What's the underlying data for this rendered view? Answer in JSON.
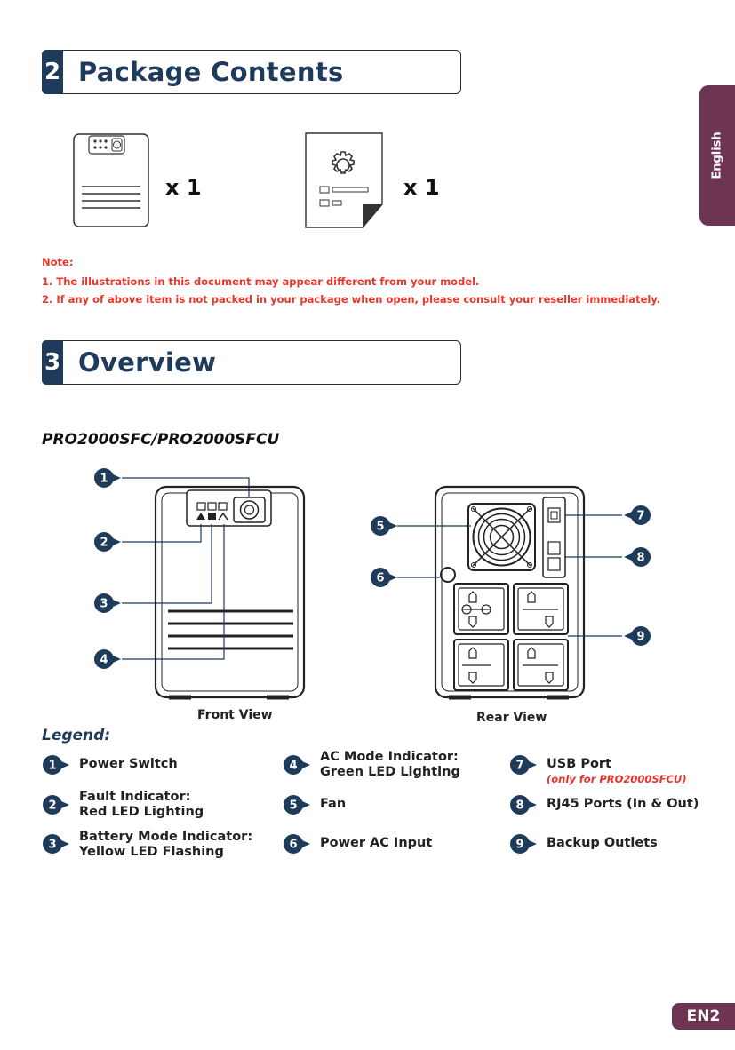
{
  "side_tab": "English",
  "package_section": {
    "number": "2",
    "title": "Package Contents"
  },
  "package_items": [
    {
      "icon": "ups-device-icon",
      "quantity": "x 1"
    },
    {
      "icon": "manual-document-icon",
      "quantity": "x 1"
    }
  ],
  "note": {
    "heading": "Note:",
    "lines": [
      "1.  The illustrations in this document may appear different from your model.",
      "2.  If any of above item is not packed in your package when open, please consult your reseller immediately."
    ]
  },
  "overview_section": {
    "number": "3",
    "title": "Overview"
  },
  "model": "PRO2000SFC/PRO2000SFCU",
  "front_view": {
    "label": "Front View",
    "callouts": [
      "1",
      "2",
      "3",
      "4"
    ]
  },
  "rear_view": {
    "label": "Rear View",
    "callouts": [
      "5",
      "6",
      "7",
      "8",
      "9"
    ]
  },
  "legend": {
    "title": "Legend:",
    "items": [
      {
        "num": "1",
        "lines": [
          "Power Switch"
        ]
      },
      {
        "num": "2",
        "lines": [
          "Fault Indicator:",
          "Red LED Lighting"
        ]
      },
      {
        "num": "3",
        "lines": [
          "Battery Mode Indicator:",
          "Yellow LED Flashing"
        ]
      },
      {
        "num": "4",
        "lines": [
          "AC Mode Indicator:",
          "Green LED Lighting"
        ]
      },
      {
        "num": "5",
        "lines": [
          "Fan"
        ]
      },
      {
        "num": "6",
        "lines": [
          "Power AC Input"
        ]
      },
      {
        "num": "7",
        "lines": [
          "USB Port"
        ],
        "note": "(only for PRO2000SFCU)"
      },
      {
        "num": "8",
        "lines": [
          "RJ45 Ports (In & Out)"
        ]
      },
      {
        "num": "9",
        "lines": [
          "Backup Outlets"
        ]
      }
    ]
  },
  "page_number": "EN2",
  "colors": {
    "navy": "#1f3b5c",
    "plum": "#6e3552",
    "note_red": "#e8362b"
  }
}
